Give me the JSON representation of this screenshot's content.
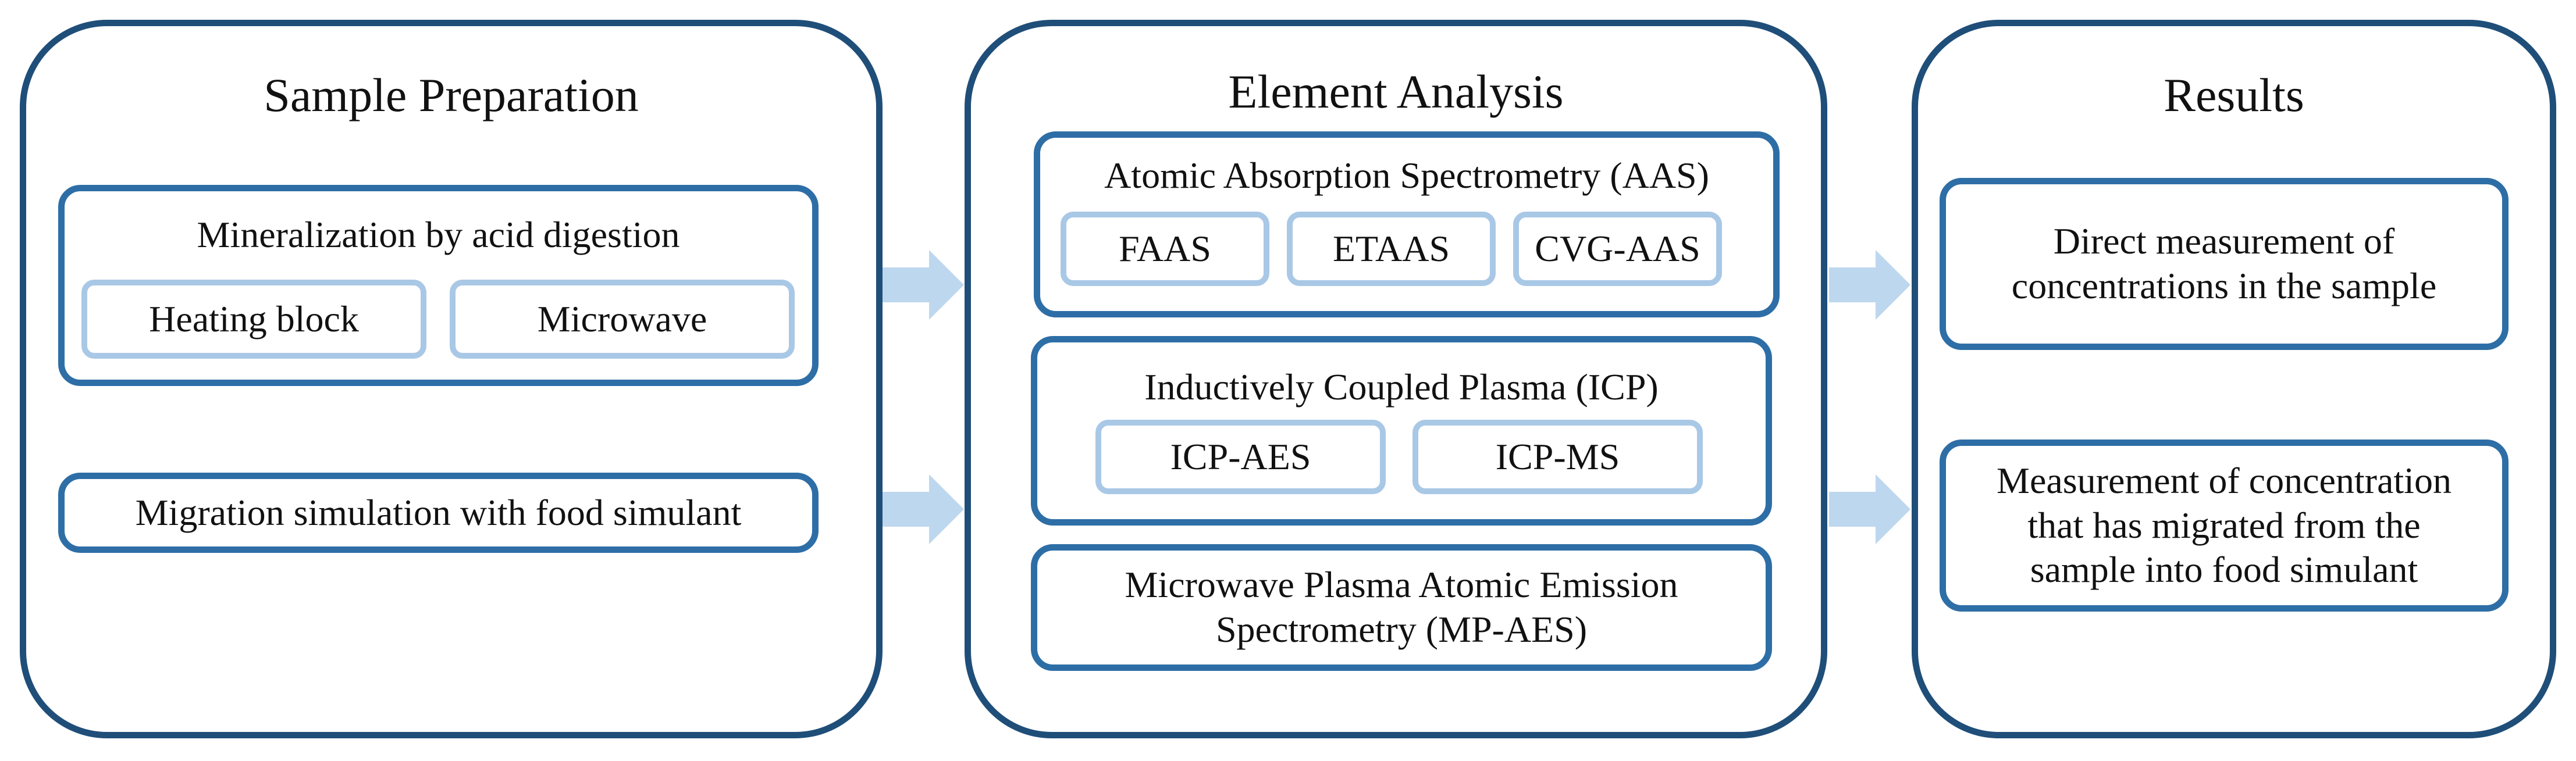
{
  "columns": {
    "sample_preparation": {
      "title": "Sample Preparation",
      "mineralization": {
        "title": "Mineralization by acid digestion",
        "methods": [
          "Heating block",
          "Microwave"
        ]
      },
      "migration": "Migration simulation with food simulant"
    },
    "element_analysis": {
      "title": "Element Analysis",
      "aas": {
        "title": "Atomic Absorption Spectrometry (AAS)",
        "methods": [
          "FAAS",
          "ETAAS",
          "CVG-AAS"
        ]
      },
      "icp": {
        "title": "Inductively Coupled Plasma (ICP)",
        "methods": [
          "ICP-AES",
          "ICP-MS"
        ]
      },
      "mpaes": {
        "line1": "Microwave Plasma Atomic Emission",
        "line2": "Spectrometry (MP-AES)"
      }
    },
    "results": {
      "title": "Results",
      "direct": {
        "line1": "Direct measurement of",
        "line2": "concentrations in the sample"
      },
      "migrated": {
        "line1": "Measurement of concentration",
        "line2": "that has migrated from the",
        "line3": "sample into food simulant"
      }
    }
  },
  "colors": {
    "outer_border": "#1f4e79",
    "group_border": "#2e6ea6",
    "chip_border": "#a9c8e6",
    "arrow_fill": "#bdd7ee"
  }
}
